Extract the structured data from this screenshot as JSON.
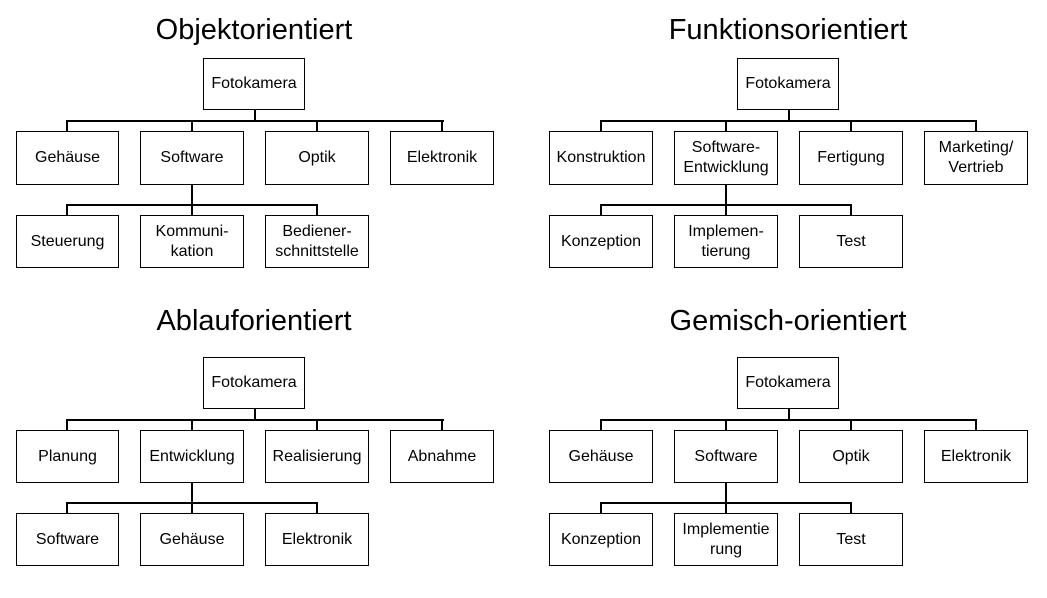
{
  "panels": [
    {
      "title": "Objektorientiert",
      "root": "Fotokamera",
      "level1": [
        "Gehäuse",
        "Software",
        "Optik",
        "Elektronik"
      ],
      "level2": [
        "Steuerung",
        "Kommuni-\nkation",
        "Bediener-\nschnittstelle"
      ]
    },
    {
      "title": "Funktionsorientiert",
      "root": "Fotokamera",
      "level1": [
        "Konstruktion",
        "Software-\nEntwicklung",
        "Fertigung",
        "Marketing/\nVertrieb"
      ],
      "level2": [
        "Konzeption",
        "Implemen-\ntierung",
        "Test"
      ]
    },
    {
      "title": "Ablauforientiert",
      "root": "Fotokamera",
      "level1": [
        "Planung",
        "Entwicklung",
        "Realisierung",
        "Abnahme"
      ],
      "level2": [
        "Software",
        "Gehäuse",
        "Elektronik"
      ]
    },
    {
      "title": "Gemisch-orientiert",
      "root": "Fotokamera",
      "level1": [
        "Gehäuse",
        "Software",
        "Optik",
        "Elektronik"
      ],
      "level2": [
        "Konzeption",
        "Implementie\nrung",
        "Test"
      ]
    }
  ]
}
